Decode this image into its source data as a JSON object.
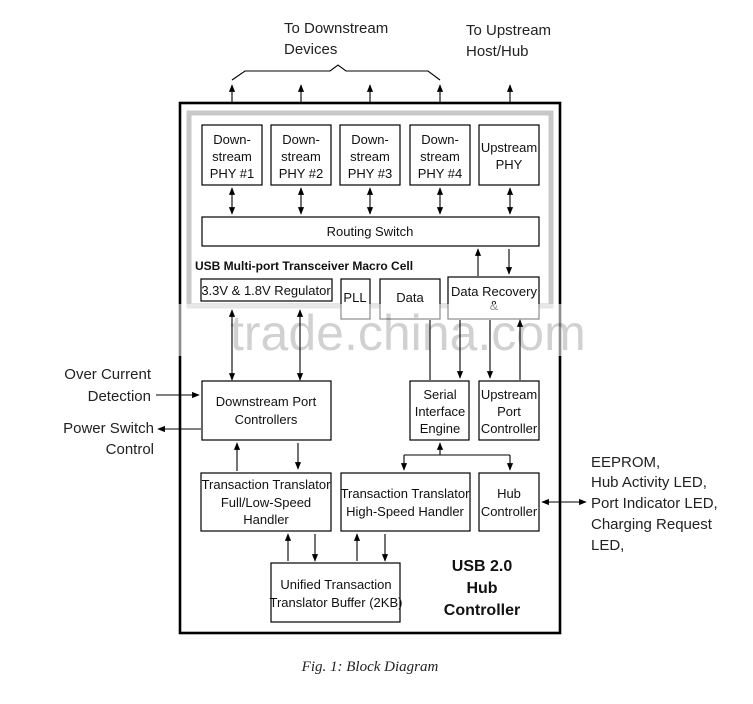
{
  "external_labels": {
    "to_downstream_line1": "To Downstream",
    "to_downstream_line2": "Devices",
    "to_upstream_line1": "To Upstream",
    "to_upstream_line2": "Host/Hub",
    "over_current_line1": "Over Current",
    "over_current_line2": "Detection",
    "power_switch_line1": "Power Switch",
    "power_switch_line2": "Control",
    "peripherals": [
      "EEPROM,",
      "Hub Activity LED,",
      "Port Indicator LED,",
      "Charging Request",
      "LED,"
    ]
  },
  "blocks": {
    "ds_phy1": [
      "Down-",
      "stream",
      "PHY #1"
    ],
    "ds_phy2": [
      "Down-",
      "stream",
      "PHY #2"
    ],
    "ds_phy3": [
      "Down-",
      "stream",
      "PHY #3"
    ],
    "ds_phy4": [
      "Down-",
      "stream",
      "PHY #4"
    ],
    "us_phy": [
      "Upstream",
      "PHY"
    ],
    "routing_switch": "Routing Switch",
    "macro_cell": "USB Multi-port Transceiver Macro Cell",
    "regulator": "3.3V & 1.8V Regulator",
    "pll": "PLL",
    "data": "Data",
    "data_recovery": [
      "Data Recovery",
      "&"
    ],
    "ds_port_ctrl": [
      "Downstream Port",
      "Controllers"
    ],
    "sie": [
      "Serial",
      "Interface",
      "Engine"
    ],
    "us_port_ctrl": [
      "Upstream",
      "Port",
      "Controller"
    ],
    "tt_fs": [
      "Transaction Translator",
      "Full/Low-Speed",
      "Handler"
    ],
    "tt_hs": [
      "Transaction Translator",
      "High-Speed Handler"
    ],
    "hub_ctrl": [
      "Hub",
      "Controller"
    ],
    "tt_buffer": [
      "Unified Transaction",
      "Translator Buffer (2KB)"
    ]
  },
  "chip_title": [
    "USB 2.0",
    "Hub",
    "Controller"
  ],
  "caption": "Fig. 1: Block Diagram",
  "watermark": "trade.china.com"
}
